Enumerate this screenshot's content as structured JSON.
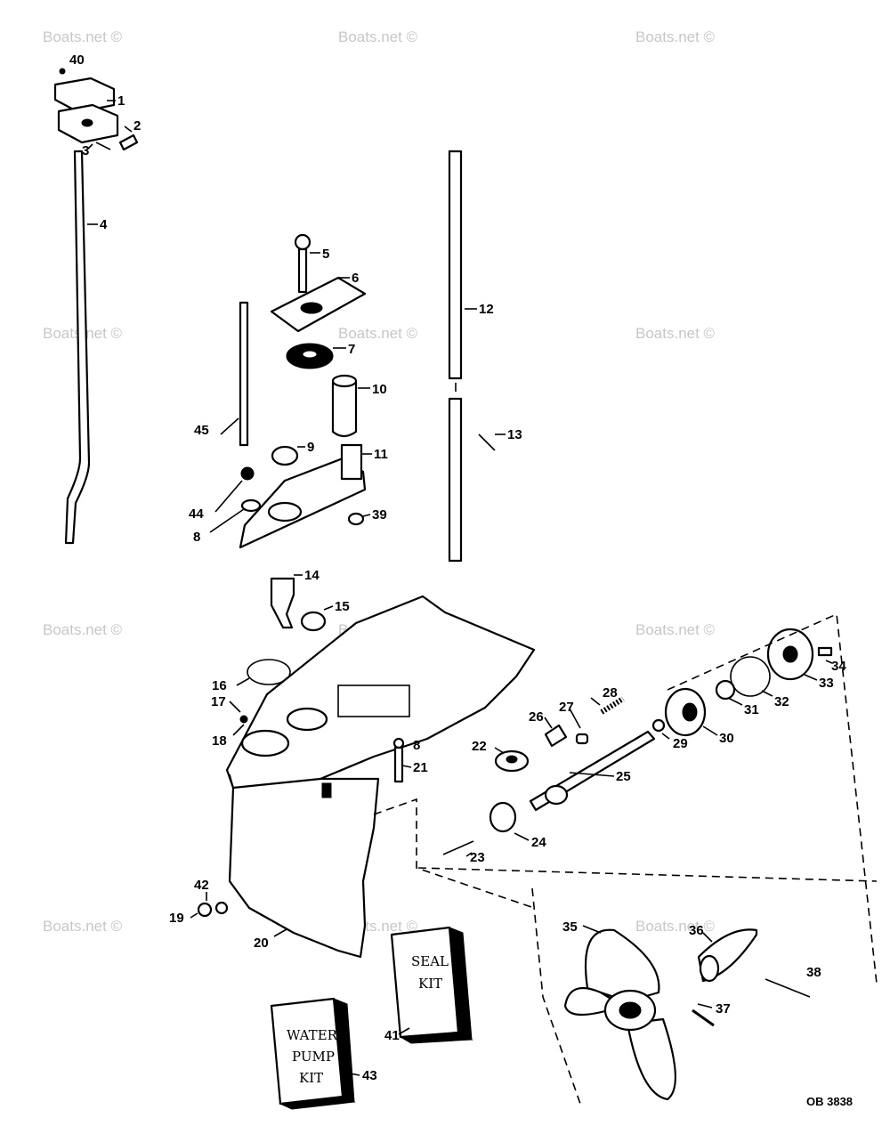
{
  "watermark": "Boats.net ©",
  "drawing_code": "OB 3838",
  "callouts": [
    "1",
    "2",
    "3",
    "4",
    "5",
    "6",
    "7",
    "8",
    "9",
    "10",
    "11",
    "12",
    "13",
    "14",
    "15",
    "16",
    "17",
    "18",
    "19",
    "20",
    "21",
    "22",
    "23",
    "24",
    "25",
    "26",
    "27",
    "28",
    "29",
    "30",
    "31",
    "32",
    "33",
    "34",
    "35",
    "36",
    "37",
    "38",
    "39",
    "40",
    "41",
    "42",
    "43",
    "44",
    "45"
  ],
  "callout_8_repeat": "8",
  "seal_kit": {
    "line1": "SEAL",
    "line2": "KIT"
  },
  "water_pump_kit": {
    "line1": "WATER",
    "line2": "PUMP",
    "line3": "KIT"
  }
}
